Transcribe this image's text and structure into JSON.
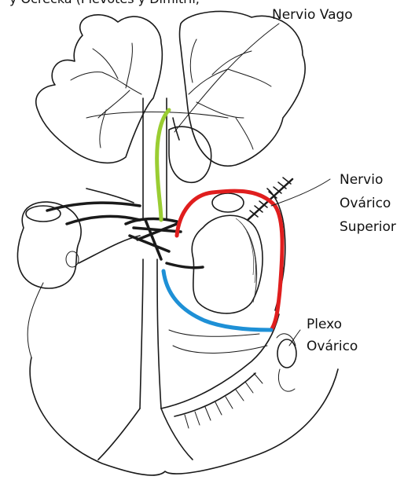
{
  "caption_fragment": "y Ocrecka (Plevotes y Dimitril,",
  "labels": {
    "vagus": "Nervio Vago",
    "superior_ovarian_line1": "Nervio",
    "superior_ovarian_line2": "Ovárico",
    "superior_ovarian_line3": "Superior",
    "ovarian_plexus_line1": "Plexo",
    "ovarian_plexus_line2": "Ovárico"
  },
  "colors": {
    "vagus_nerve": "#9ACD32",
    "superior_ovarian_nerve": "#E01E1E",
    "ovarian_plexus": "#1E90D6",
    "ink": "#1a1a1a"
  }
}
